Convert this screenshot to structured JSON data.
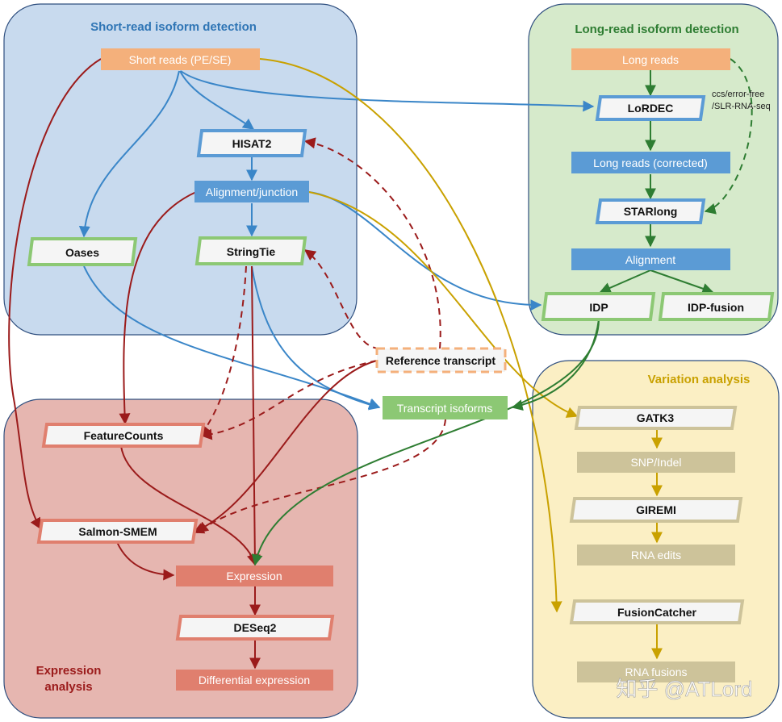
{
  "panels": {
    "short_read": {
      "title": "Short-read isoform detection",
      "color": "#2F75B5"
    },
    "long_read": {
      "title": "Long-read isoform detection",
      "color": "#2E7D32"
    },
    "variation": {
      "title": "Variation analysis",
      "color": "#C9A100"
    },
    "expression": {
      "title_line1": "Expression",
      "title_line2": "analysis",
      "color": "#9B1B1B"
    }
  },
  "nodes": {
    "short_reads": "Short reads (PE/SE)",
    "hisat2": "HISAT2",
    "alignment_junction": "Alignment/junction",
    "oases": "Oases",
    "stringtie": "StringTie",
    "long_reads": "Long reads",
    "lordec": "LoRDEC",
    "long_reads_corrected": "Long reads (corrected)",
    "starlong": "STARlong",
    "alignment": "Alignment",
    "idp": "IDP",
    "idp_fusion": "IDP-fusion",
    "reference_transcript": "Reference transcript",
    "transcript_isoforms": "Transcript isoforms",
    "featurecounts": "FeatureCounts",
    "salmon_smem": "Salmon-SMEM",
    "expression": "Expression",
    "deseq2": "DESeq2",
    "differential_expression": "Differential expression",
    "gatk3": "GATK3",
    "snp_indel": "SNP/Indel",
    "giremi": "GIREMI",
    "rna_edits": "RNA edits",
    "fusioncatcher": "FusionCatcher",
    "rna_fusions": "RNA fusions"
  },
  "annotations": {
    "ccs_line1": "ccs/error-free",
    "ccs_line2": "/SLR-RNA-seq"
  },
  "watermark": "知乎 @ATLord",
  "colors": {
    "blue_arrow": "#3A86C8",
    "dark_red_arrow": "#9B1B1B",
    "gold_arrow": "#C9A100",
    "green_arrow": "#2E7D32",
    "orange_fill": "#F4B07B",
    "blue_fill": "#5B9BD5",
    "green_fill": "#8CC874",
    "salmon_fill": "#E07F6E",
    "khaki_fill": "#CDC39A"
  }
}
